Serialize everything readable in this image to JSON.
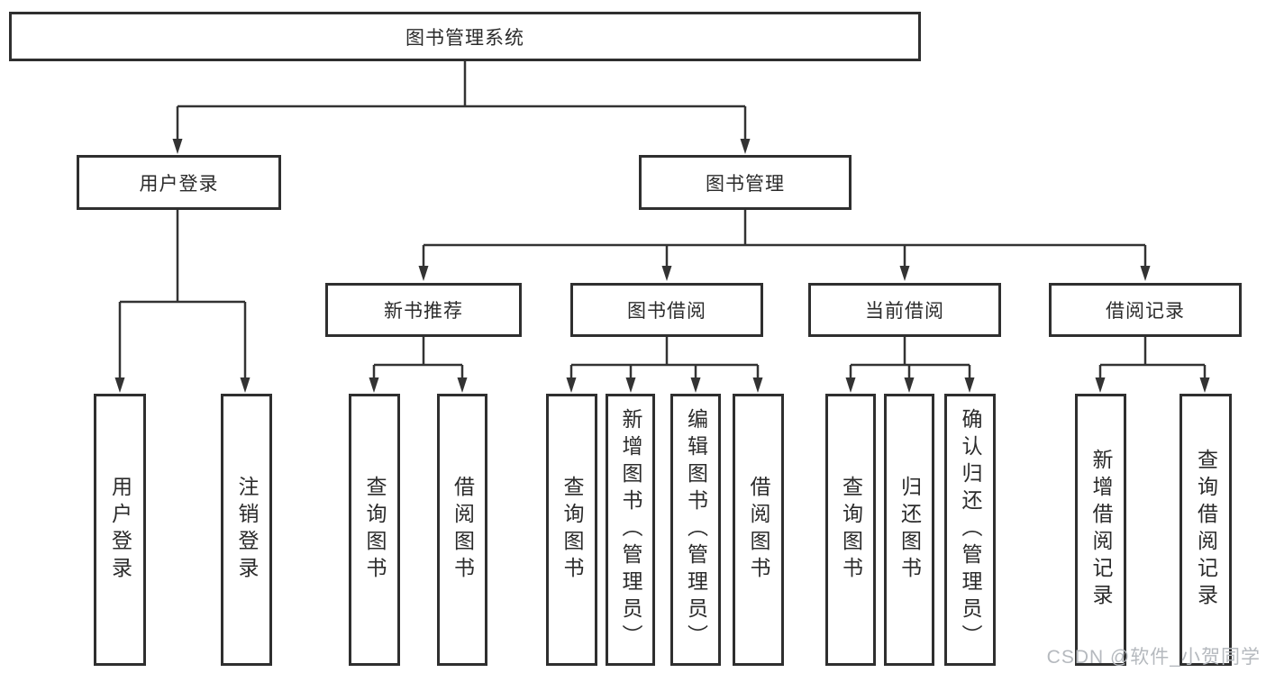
{
  "diagram": {
    "root": "图书管理系统",
    "level2": {
      "user_login": "用户登录",
      "book_mgmt": "图书管理"
    },
    "level3": {
      "new_book_rec": "新书推荐",
      "book_borrow": "图书借阅",
      "current_borrow": "当前借阅",
      "borrow_records": "借阅记录"
    },
    "leaves": {
      "user_login_leaf": "用户登录",
      "logout_leaf": "注销登录",
      "rec_query_books": "查询图书",
      "rec_borrow_books": "借阅图书",
      "bb_query_books": "查询图书",
      "bb_add_books": "新增图书（管理员）",
      "bb_edit_books": "编辑图书（管理员）",
      "bb_borrow_books": "借阅图书",
      "cb_query_books": "查询图书",
      "cb_return_books": "归还图书",
      "cb_confirm_return": "确认归还（管理员）",
      "br_add_record": "新增借阅记录",
      "br_query_record": "查询借阅记录"
    }
  },
  "watermark": "CSDN @软件_小贺同学",
  "colors": {
    "line": "#333333",
    "box_border": "#2f2f2f",
    "text": "#2b2b2b",
    "watermark": "#b5b9be",
    "background": "#ffffff"
  }
}
